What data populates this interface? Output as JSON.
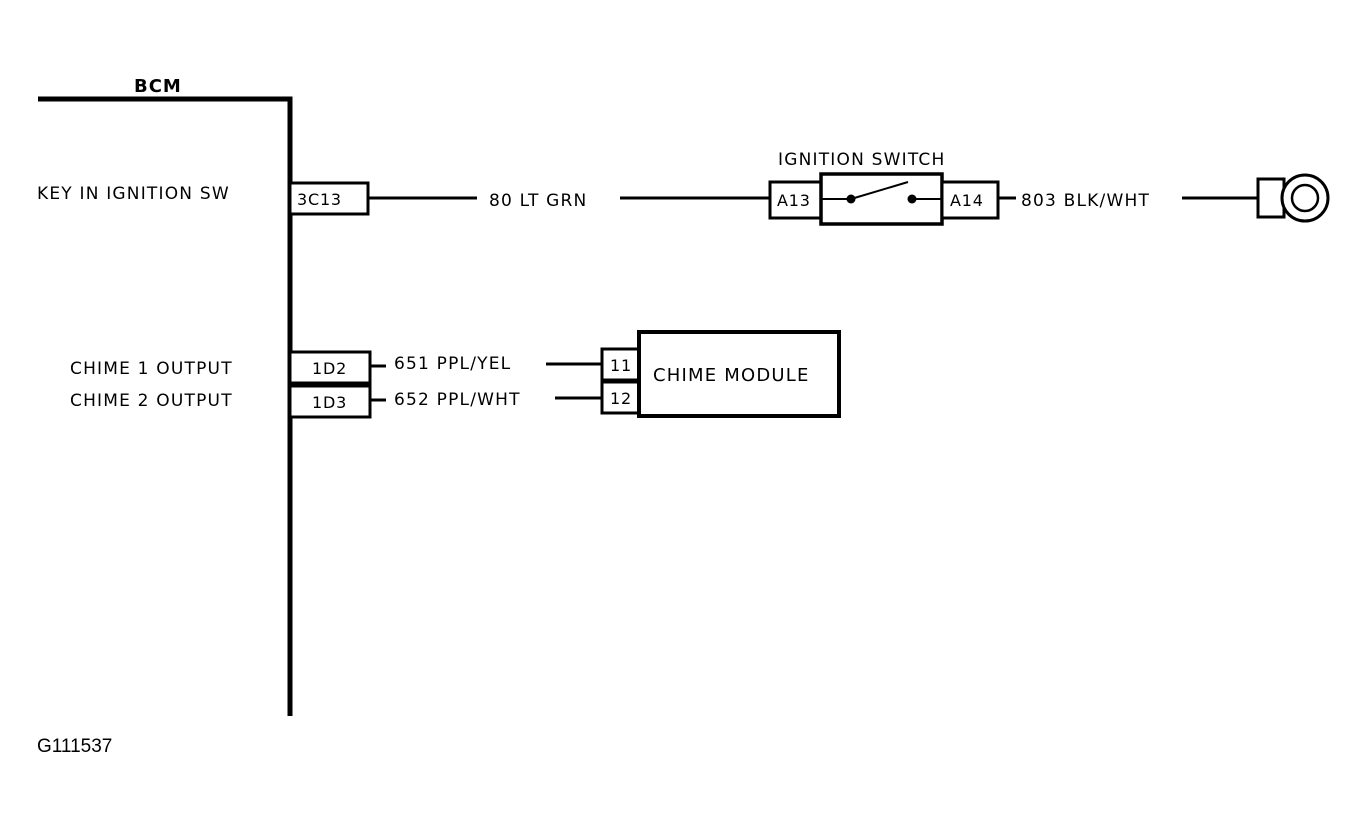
{
  "bcm": {
    "title": "BCM",
    "circuits": {
      "key_in_ignition": "KEY IN IGNITION SW",
      "chime1": "CHIME 1 OUTPUT",
      "chime2": "CHIME 2 OUTPUT"
    },
    "pins": {
      "key_in_ignition": "3C13",
      "chime1": "1D2",
      "chime2": "1D3"
    }
  },
  "wires": {
    "key_in_ignition": "80 LT GRN",
    "chime1": "651 PPL/YEL",
    "chime2": "652 PPL/WHT",
    "ground": "803 BLK/WHT"
  },
  "ignition_switch": {
    "title": "IGNITION SWITCH",
    "pin_in": "A13",
    "pin_out": "A14"
  },
  "chime_module": {
    "title": "CHIME MODULE",
    "pin_1": "11",
    "pin_2": "12"
  },
  "figure_id": "G111537"
}
